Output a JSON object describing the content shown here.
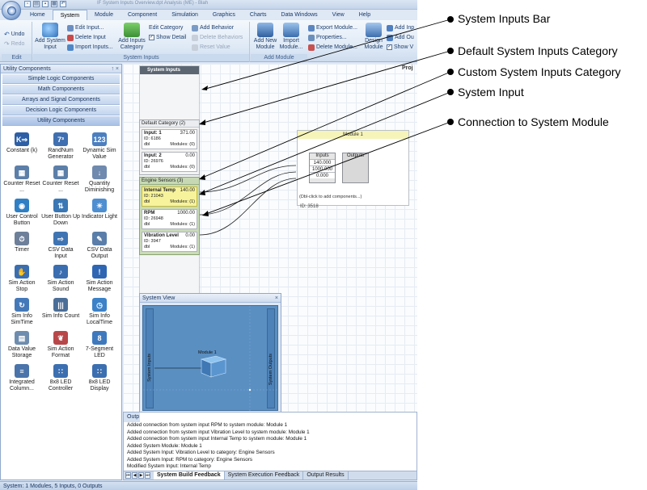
{
  "title_bar": {
    "text": "IF System Inputs Overview.dpt Analysis (ME) - Blah"
  },
  "tabs": [
    "Home",
    "System",
    "Module",
    "Component",
    "Simulation",
    "Graphics",
    "Charts",
    "Data Windows",
    "View",
    "Help"
  ],
  "ribbon": {
    "edit": {
      "label": "Edit",
      "undo": "Undo",
      "redo": "Redo"
    },
    "system_inputs": {
      "label": "System Inputs",
      "add_system_input": "Add System Input",
      "edit_input": "Edit Input...",
      "delete_input": "Delete Input",
      "import_inputs": "Import Inputs...",
      "add_inputs_category": "Add Inputs Category",
      "edit_category": "Edit Category",
      "show_detail": "Show Detail",
      "add_behavior": "Add Behavior",
      "delete_behaviors": "Delete Behaviors",
      "reset_value": "Reset Value"
    },
    "add_module": {
      "label": "Add Module",
      "add_new_module": "Add New Module",
      "import_module": "Import Module...",
      "export_module": "Export Module...",
      "properties": "Properties...",
      "delete_module": "Delete Module...",
      "design_module": "Design Module",
      "add_in": "Add Inp",
      "add_out": "Add Ou",
      "show_v": "Show V"
    }
  },
  "utility_panel": {
    "title": "Utility Components",
    "controls": "↑ ×",
    "categories": [
      "Simple Logic Components",
      "Math Components",
      "Arrays and Signal Components",
      "Decision Logic Components",
      "Utility Components"
    ],
    "components": [
      {
        "label": "Constant (k)",
        "icon": "k-arrow-icon",
        "glyph": "K⇒",
        "color": "#2d5fa6"
      },
      {
        "label": "RandNum Generator",
        "icon": "random-number-icon",
        "glyph": "7³",
        "color": "#3f6fb0"
      },
      {
        "label": "Dynamic Sim Value",
        "icon": "dynamic-value-icon",
        "glyph": "123",
        "color": "#4c7fc0"
      },
      {
        "label": "Counter Reset ...",
        "icon": "counter-reset-icon",
        "glyph": "▦",
        "color": "#5b7fa8"
      },
      {
        "label": "Counter Reset ...",
        "icon": "counter-reset-timer-icon",
        "glyph": "▦",
        "color": "#5b7fa8"
      },
      {
        "label": "Quantity Diminishing",
        "icon": "quantity-diminishing-icon",
        "glyph": "↓",
        "color": "#6f8aae"
      },
      {
        "label": "User Control Button",
        "icon": "user-control-button-icon",
        "glyph": "◉",
        "color": "#2f7fc4"
      },
      {
        "label": "User Button Up Down",
        "icon": "user-button-updown-icon",
        "glyph": "⇅",
        "color": "#3a77b5"
      },
      {
        "label": "Indicator Light",
        "icon": "indicator-light-icon",
        "glyph": "☀",
        "color": "#4d8fd0"
      },
      {
        "label": "Timer",
        "icon": "timer-icon",
        "glyph": "⏱",
        "color": "#6d7f99"
      },
      {
        "label": "CSV Data Input",
        "icon": "csv-input-icon",
        "glyph": "⇨",
        "color": "#3f74b3"
      },
      {
        "label": "CSV Data Output",
        "icon": "csv-output-icon",
        "glyph": "✎",
        "color": "#5a7ea9"
      },
      {
        "label": "Sim Action Stop",
        "icon": "sim-stop-icon",
        "glyph": "✋",
        "color": "#3a6eb0"
      },
      {
        "label": "Sim Action Sound",
        "icon": "sim-sound-icon",
        "glyph": "♪",
        "color": "#3a6eb0"
      },
      {
        "label": "Sim Action Message",
        "icon": "sim-message-icon",
        "glyph": "!",
        "color": "#2f66b3"
      },
      {
        "label": "Sim Info SimTime",
        "icon": "sim-time-icon",
        "glyph": "↻",
        "color": "#4479b9"
      },
      {
        "label": "Sim Info Count",
        "icon": "sim-count-icon",
        "glyph": "|||",
        "color": "#4b6e97"
      },
      {
        "label": "Sim Info LocalTime",
        "icon": "local-time-icon",
        "glyph": "◷",
        "color": "#3b82c8"
      },
      {
        "label": "Data Value Storage",
        "icon": "data-storage-icon",
        "glyph": "▤",
        "color": "#6e8cae"
      },
      {
        "label": "Sim Action Format",
        "icon": "sim-format-icon",
        "glyph": "❦",
        "color": "#b8474a"
      },
      {
        "label": "7-Segment LED",
        "icon": "seven-segment-icon",
        "glyph": "8",
        "color": "#3f79bd"
      },
      {
        "label": "Integrated Column...",
        "icon": "integrated-column-icon",
        "glyph": "≡",
        "color": "#4a74aa"
      },
      {
        "label": "8x8 LED Controller",
        "icon": "led-controller-icon",
        "glyph": "∷",
        "color": "#3c6fb0"
      },
      {
        "label": "8x8 LED Display",
        "icon": "led-display-icon",
        "glyph": "∷",
        "color": "#3c6fb0"
      }
    ]
  },
  "canvas": {
    "system_inputs_header": "System Inputs",
    "project_label": "Proj",
    "default_category": {
      "title": "Default Category (2)",
      "inputs": [
        {
          "name": "Input: 1",
          "value": "371.00",
          "id": "ID: 6186",
          "type": "dbl",
          "modules": "Modules: (0)"
        },
        {
          "name": "Input: 2",
          "value": "0.00",
          "id": "ID: 26976",
          "type": "dbl",
          "modules": "Modules: (0)"
        }
      ]
    },
    "custom_category": {
      "title": "Engine Sensors (3)",
      "inputs": [
        {
          "name": "Internal Temp",
          "value": "140.00",
          "id": "ID: 21043",
          "type": "dbl",
          "modules": "Modules: (1)"
        },
        {
          "name": "RPM",
          "value": "1000.00",
          "id": "ID: 26948",
          "type": "dbl",
          "modules": "Modules: (1)"
        },
        {
          "name": "Vibration Level",
          "value": "0.00",
          "id": "ID: 3947",
          "type": "dbl",
          "modules": "Modules: (1)"
        }
      ]
    },
    "module": {
      "title": "Module 1",
      "inputs_label": "Inputs",
      "outputs_label": "Outputs",
      "input_values": [
        "140.000",
        "1000.000",
        "0.000"
      ],
      "hint": "(Dbl-click to add components...)",
      "id": "ID: 3518"
    }
  },
  "system_view": {
    "title": "System View",
    "close": "×",
    "left_bar": "System Inputs",
    "right_bar": "System Outputs",
    "module_label": "Module 1"
  },
  "output": {
    "title": "Outp",
    "lines": [
      "Added connection from system input RPM to system module: Module 1",
      "Added connection from system input Vibration Level to system module: Module 1",
      "Added connection from system input Internal Temp to system module: Module 1",
      "Added System Module: Module 1",
      "Added System Input: Vibration Level to category: Engine Sensors",
      "Added System Input: RPM to category: Engine Sensors",
      "Modified System Input: Internal Temp"
    ],
    "tabs": [
      "System Build Feedback",
      "System Execution Feedback",
      "Output Results"
    ]
  },
  "status_bar": "System: 1 Modules, 5 Inputs, 0 Outputs",
  "callouts": [
    "System Inputs Bar",
    "Default System Inputs Category",
    "Custom System Inputs Category",
    "System Input",
    "Connection to System Module"
  ]
}
